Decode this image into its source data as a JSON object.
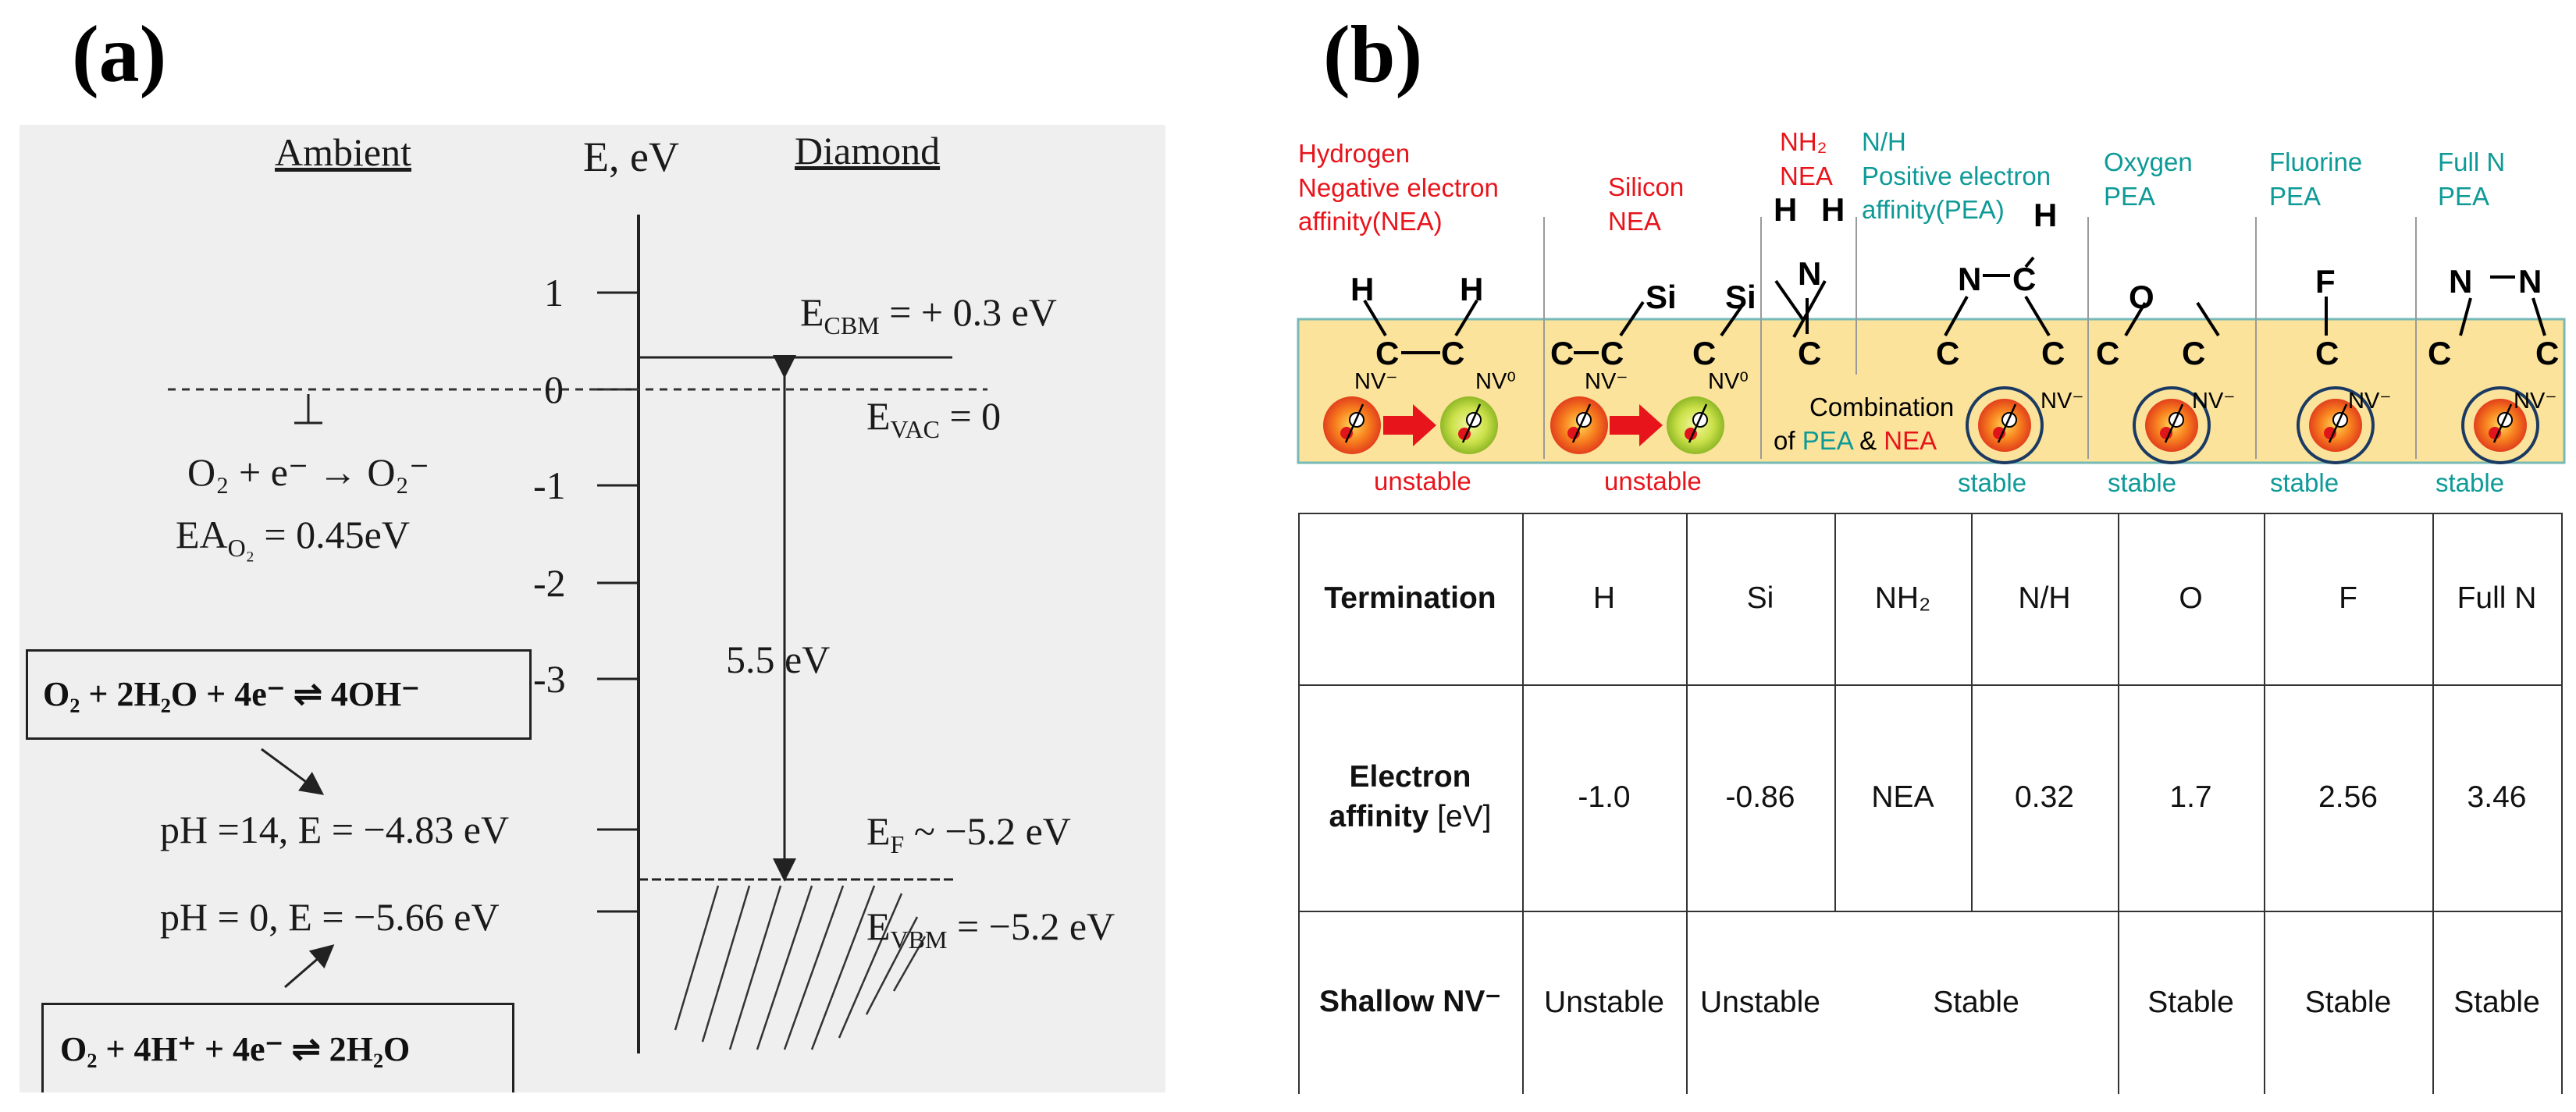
{
  "panel_labels": {
    "a": "(a)",
    "b": "(b)"
  },
  "panel_a": {
    "header_left": "Ambient",
    "header_center": "E, eV",
    "header_right": "Diamond",
    "ticks": [
      "1",
      "0",
      "-1",
      "-2",
      "-3"
    ],
    "e_cbm": {
      "sym": "E",
      "sub": "CBM",
      "rest": " = + 0.3 eV"
    },
    "e_vac": {
      "sym": "E",
      "sub": "VAC",
      "rest": " = 0"
    },
    "gap": "5.5 eV",
    "e_f": {
      "sym": "E",
      "sub": "F",
      "rest": " ~ −5.2 eV"
    },
    "e_vbm": {
      "sym": "E",
      "sub": "VBM",
      "rest": " = −5.2 eV"
    },
    "reaction1": "O₂ + e⁻ → O₂⁻",
    "ea": {
      "pre": "EA",
      "sub": "O₂",
      "rest": " = 0.45eV"
    },
    "box1": "O₂ + 2H₂O + 4e⁻ ⇌ 4OH⁻",
    "ph14": "pH =14, E = −4.83 eV",
    "ph0": "pH = 0, E = −5.66 eV",
    "box2": "O₂ + 4H⁺ + 4e⁻ ⇌ 2H₂O"
  },
  "panel_b": {
    "columns": [
      {
        "lines": [
          "Hydrogen",
          "Negative electron",
          "affinity(NEA)"
        ],
        "color": "red"
      },
      {
        "lines": [
          "Silicon",
          "NEA"
        ],
        "color": "red"
      },
      {
        "lines": [
          "NH₂",
          "NEA"
        ],
        "color": "red"
      },
      {
        "lines": [
          "N/H",
          "Positive electron",
          "affinity(PEA)"
        ],
        "color": "teal"
      },
      {
        "lines": [
          "Oxygen",
          "PEA"
        ],
        "color": "teal"
      },
      {
        "lines": [
          "Fluorine",
          "PEA"
        ],
        "color": "teal"
      },
      {
        "lines": [
          "Full N",
          "PEA"
        ],
        "color": "teal"
      }
    ],
    "nv_minus": "NV⁻",
    "nv_zero": "NV⁰",
    "unstable": "unstable",
    "stable": "stable",
    "combination_pre": "Combination",
    "combination_of": "of ",
    "combination_pea": "PEA",
    "combination_amp": " & ",
    "combination_nea": "NEA",
    "atoms": {
      "H": "H",
      "C": "C",
      "Si": "Si",
      "N": "N",
      "O": "O",
      "F": "F"
    }
  },
  "table": {
    "row_termination": "Termination",
    "row_ea_bold": "Electron",
    "row_ea_bold2": "affinity",
    "row_ea_unit": " [eV]",
    "row_nv": "Shallow NV⁻",
    "terminations": [
      "H",
      "Si",
      "NH₂",
      "N/H",
      "O",
      "F",
      "Full N"
    ],
    "affinities": [
      "-1.0",
      "-0.86",
      "NEA",
      "0.32",
      "1.7",
      "2.56",
      "3.46"
    ],
    "affinity_colors": [
      "#e8141b",
      "#e8141b",
      "#e8141b",
      "#0e9a97",
      "#0e9a97",
      "#0e9a97",
      "#0e9a97"
    ],
    "nv_stability": [
      "Unstable",
      "Unstable",
      "Stable",
      "Stable",
      "Stable",
      "Stable"
    ],
    "nv_colors": [
      "#e8141b",
      "#e8141b",
      "#0e9a97",
      "#0e9a97",
      "#0e9a97",
      "#0e9a97"
    ]
  }
}
